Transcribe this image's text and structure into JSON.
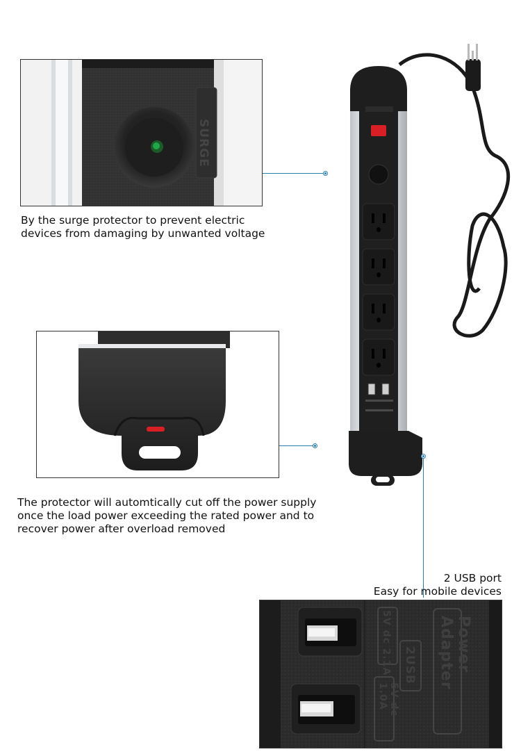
{
  "callouts": {
    "surge": {
      "caption_line1": "By the surge protector to prevent electric",
      "caption_line2": "devices from damaging by unwanted voltage",
      "button_label": "SURGE"
    },
    "overload": {
      "caption_line1": "The protector will automtically cut off the power supply",
      "caption_line2": "once the load power exceeding the rated power and to",
      "caption_line3": "recover power after overload removed"
    },
    "usb": {
      "caption_line1": "2 USB port",
      "caption_line2": "Easy for mobile devices",
      "label_rating_top": "5V dc 2.1A",
      "label_rating_bottom": "5V dc 1.0A",
      "label_count": "2USB",
      "label_adapter": "Power Adapter"
    }
  },
  "product": {
    "outlet_count": 4,
    "usb_count": 2
  },
  "colors": {
    "callout_blue": "#2a7db5",
    "switch_red": "#d81f26",
    "indicator_green": "#1fa84a"
  }
}
